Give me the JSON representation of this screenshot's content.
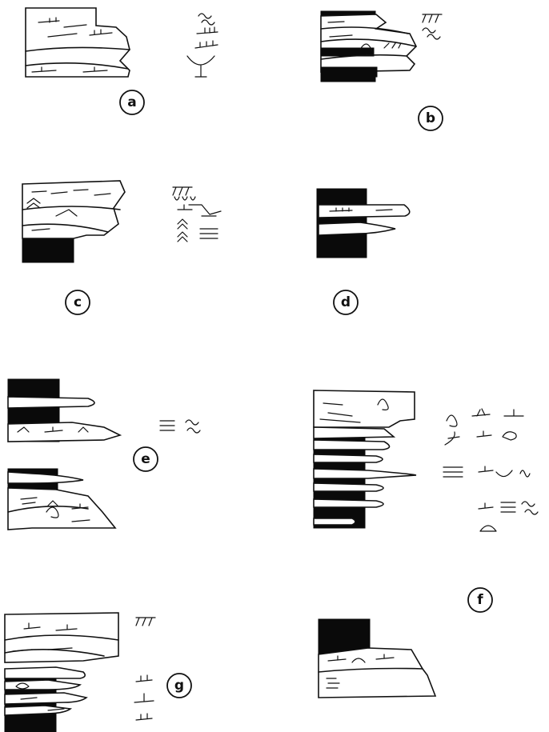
{
  "panels": {
    "a": {
      "label": "a"
    },
    "b": {
      "label": "b"
    },
    "c": {
      "label": "c"
    },
    "d": {
      "label": "d"
    },
    "e": {
      "label": "e"
    },
    "f": {
      "label": "f"
    },
    "g": {
      "label": "g"
    }
  },
  "symbol_names": [
    "ripple-lamination",
    "worm-trail",
    "trough-cross-bedding",
    "root-trace",
    "planar-lamination",
    "burrow",
    "mudcrack",
    "shell"
  ]
}
